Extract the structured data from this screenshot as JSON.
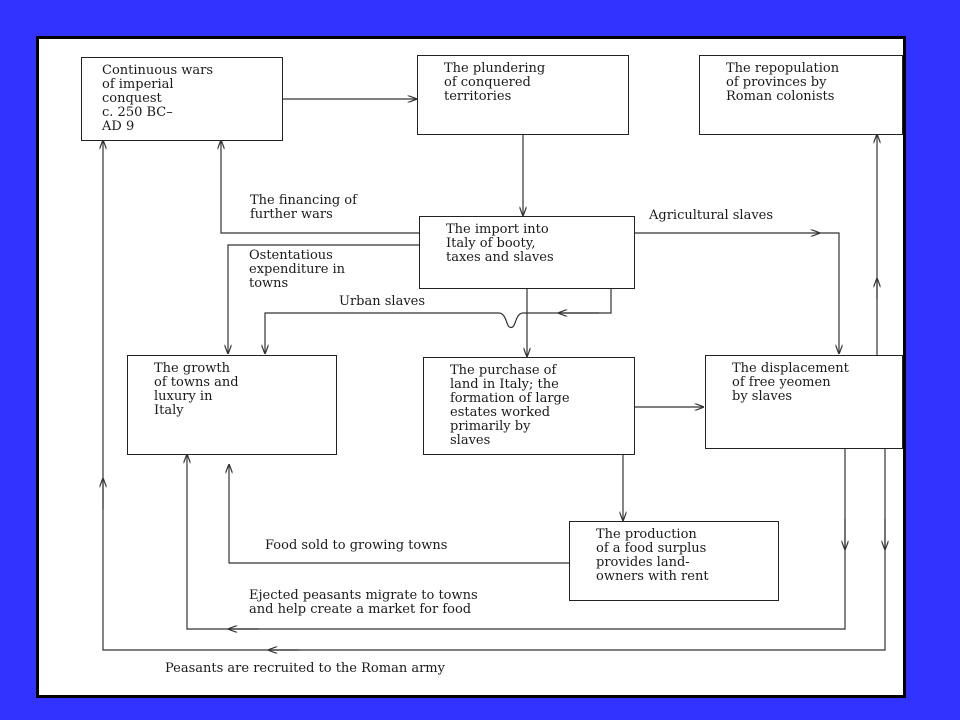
{
  "boxes": {
    "wars": "Continuous wars\nof imperial\nconquest\nc. 250 BC–\nAD 9",
    "plundering": "The plundering\nof conquered\nterritories",
    "repopulation": "The repopulation\nof provinces by\nRoman colonists",
    "import": "The import into\nItaly of booty,\ntaxes and slaves",
    "growth": "The growth\nof towns and\nluxury in\nItaly",
    "purchase": "The purchase of\nland in Italy; the\nformation of large\nestates worked\nprimarily by\nslaves",
    "displacement": "The displacement\nof free yeomen\nby slaves",
    "production": "The production\nof a food surplus\nprovides land-\nowners with rent"
  },
  "labels": {
    "financing": "The financing of\nfurther wars",
    "agricultural": "Agricultural slaves",
    "ostentatious": "Ostentatious\nexpenditure in\ntowns",
    "urban": "Urban slaves",
    "food_sold": "Food sold to growing towns",
    "ejected": "Ejected peasants migrate to towns\nand help create a market for food",
    "recruited": "Peasants are recruited to the Roman army"
  }
}
